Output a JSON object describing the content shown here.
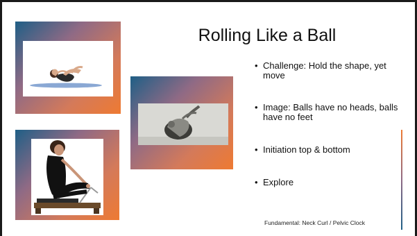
{
  "slide": {
    "title": "Rolling Like a Ball",
    "bullets": [
      "Challenge: Hold the shape, yet move",
      "Image: Balls have no heads, balls have no feet",
      "Initiation top & bottom",
      "Explore"
    ],
    "footnote": "Fundamental: Neck Curl / Pelvic Clock"
  },
  "colors": {
    "gradient_start": "#1f5f86",
    "gradient_mid": "#8f6a85",
    "gradient_end": "#ee7a32",
    "mat": "#8aa8d4"
  },
  "images": [
    {
      "name": "photo-mat-rolling-like-a-ball"
    },
    {
      "name": "photo-vintage-ball-shape"
    },
    {
      "name": "photo-reformer-seated-stretch"
    }
  ]
}
